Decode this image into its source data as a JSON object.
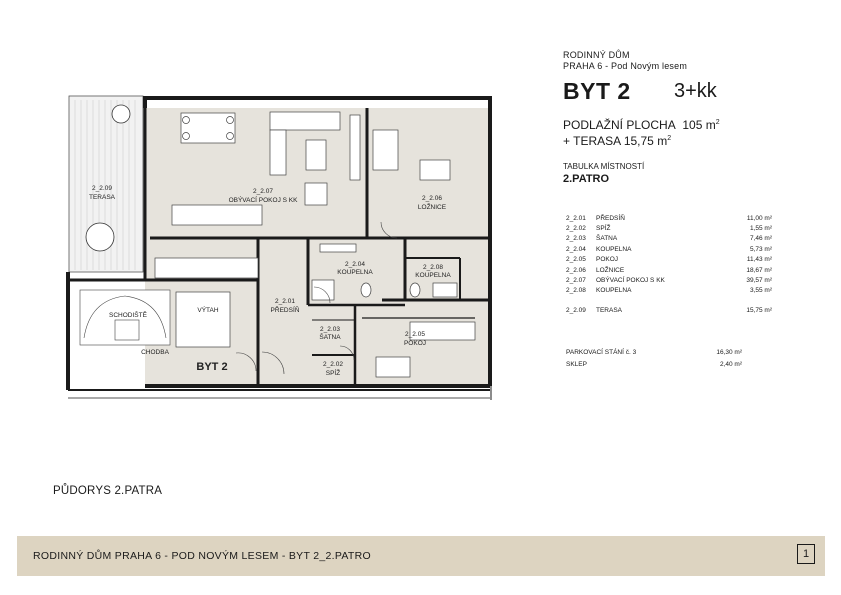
{
  "header": {
    "line1": "RODINNÝ DŮM",
    "line2": "PRAHA 6 - Pod Novým lesem",
    "unit_title": "BYT 2",
    "unit_type": "3+kk",
    "floor_area_label": "PODLAŽNÍ PLOCHA",
    "floor_area_value": "105",
    "terrace_label": "+ TERASA",
    "terrace_value": "15,75",
    "unit_m": "m",
    "unit_sup": "2"
  },
  "room_table": {
    "title": "TABULKA MÍSTNOSTÍ",
    "floor": "2.PATRO",
    "rows": [
      {
        "code": "2_2.01",
        "name": "PŘEDSÍŇ",
        "area": "11,00 m²"
      },
      {
        "code": "2_2.02",
        "name": "SPÍŽ",
        "area": "1,55 m²"
      },
      {
        "code": "2_2.03",
        "name": "ŠATNA",
        "area": "7,46 m²"
      },
      {
        "code": "2_2.04",
        "name": "KOUPELNA",
        "area": "5,73 m²"
      },
      {
        "code": "2_2.05",
        "name": "POKOJ",
        "area": "11,43 m²"
      },
      {
        "code": "2_2.06",
        "name": "LOŽNICE",
        "area": "18,67 m²"
      },
      {
        "code": "2_2.07",
        "name": "OBÝVACÍ POKOJ S KK",
        "area": "39,57 m²"
      },
      {
        "code": "2_2.08",
        "name": "KOUPELNA",
        "area": "3,55 m²"
      }
    ],
    "terrace_row": {
      "code": "2_2.09",
      "name": "TERASA",
      "area": "15,75 m²"
    },
    "parking_label": "PARKOVACÍ STÁNÍ č. 3",
    "parking_area": "16,30 m²",
    "cellar_label": "SKLEP",
    "cellar_area": "2,40 m²"
  },
  "plan": {
    "labels": {
      "r09_code": "2_2.09",
      "r09_name": "TERASA",
      "r07_code": "2_2.07",
      "r07_name": "OBÝVACÍ POKOJ S KK",
      "r06_code": "2_2.06",
      "r06_name": "LOŽNICE",
      "r04_code": "2_2.04",
      "r04_name": "KOUPELNA",
      "r08_code": "2_2.08",
      "r08_name": "KOUPELNA",
      "r01_code": "2_2.01",
      "r01_name": "PŘEDSÍŇ",
      "r03_code": "2_2.03",
      "r03_name": "ŠATNA",
      "r05_code": "2_2.05",
      "r05_name": "POKOJ",
      "r02_code": "2_2.02",
      "r02_name": "SPÍŽ",
      "stairs": "SCHODIŠTĚ",
      "lift": "VÝTAH",
      "corridor": "CHODBA",
      "unit": "BYT 2"
    }
  },
  "caption": "PŮDORYS 2.PATRA",
  "footer": {
    "text": "RODINNÝ DŮM PRAHA 6 - POD NOVÝM LESEM - BYT 2_2.PATRO",
    "page": "1"
  },
  "colors": {
    "apartment_fill": "#e6e3dc",
    "wall": "#1a1a1a",
    "footer_bg": "#ddd4c1"
  }
}
